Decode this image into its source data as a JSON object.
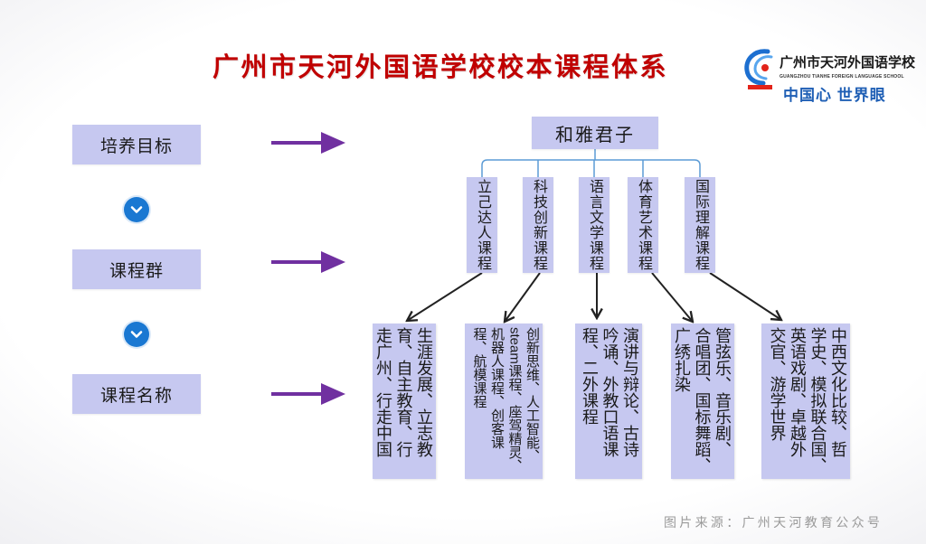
{
  "title": "广州市天河外国语学校校本课程体系",
  "logo": {
    "name": "广州市天河外国语学校",
    "english_name": "GUANGZHOU TIANHE FOREIGN LANGUAGE SCHOOL",
    "motto": "中国心 世界眼"
  },
  "levels": [
    {
      "label": "培养目标"
    },
    {
      "label": "课程群"
    },
    {
      "label": "课程名称"
    }
  ],
  "goal": "和雅君子",
  "course_groups": [
    {
      "name": "立己达人课程",
      "courses": "生涯发展、立志教育、自主教育、行走广州、行走中国"
    },
    {
      "name": "科技创新课程",
      "courses": "创新思维、人工智能、steam课程、座驾精灵、机器人课程、创客课程、航模课程"
    },
    {
      "name": "语言文学课程",
      "courses": "演讲与辩论、古诗吟诵、外教口语课程、二外课程"
    },
    {
      "name": "体育艺术课程",
      "courses": "管弦乐、音乐剧、合唱团、国标舞蹈、广绣扎染"
    },
    {
      "name": "国际理解课程",
      "courses": "中西文化比较、哲学史、模拟联合国、英语戏剧、卓越外交官、游学世界"
    }
  ],
  "source_note": "图片来源：广州天河教育公众号",
  "icons": {
    "logo": "school-emblem-icon",
    "level_connector": "chevron-down-icon",
    "level_pointer": "arrow-right-icon"
  },
  "colors": {
    "title": "#c00000",
    "box_fill": "#c6c8f0",
    "motto": "#1f5fb5",
    "level_arrow": "#7030a0",
    "chevron_circle": "#1a78d2",
    "bracket": "#5b9bd5",
    "arrow": "#222222"
  }
}
